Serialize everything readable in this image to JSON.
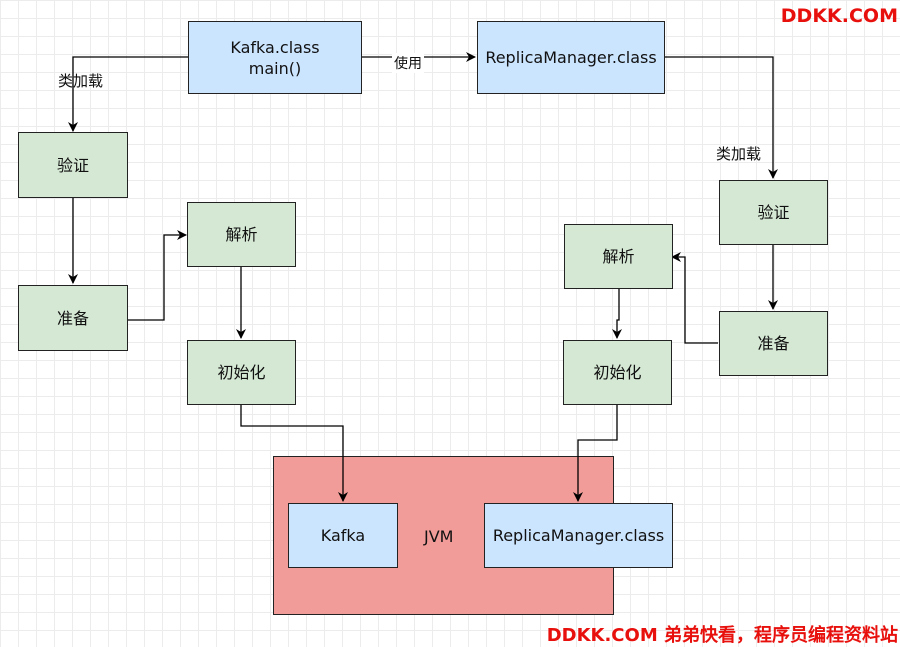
{
  "nodes": {
    "kafka_main": "Kafka.class\nmain()",
    "replica_top": "ReplicaManager.class",
    "left_verify": "验证",
    "left_prepare": "准备",
    "left_parse": "解析",
    "left_init": "初始化",
    "right_verify": "验证",
    "right_prepare": "准备",
    "right_parse": "解析",
    "right_init": "初始化",
    "jvm": "JVM",
    "jvm_kafka": "Kafka",
    "jvm_replica": "ReplicaManager.class"
  },
  "edge_labels": {
    "use": "使用",
    "left_load": "类加载",
    "right_load": "类加载"
  },
  "watermark": {
    "top": "DDKK.COM",
    "bottom": "DDKK.COM 弟弟快看，程序员编程资料站"
  },
  "colors": {
    "blue_fill": "#cce5ff",
    "green_fill": "#d5e8d4",
    "red_fill": "#f19c99",
    "watermark": "#e8100c"
  }
}
